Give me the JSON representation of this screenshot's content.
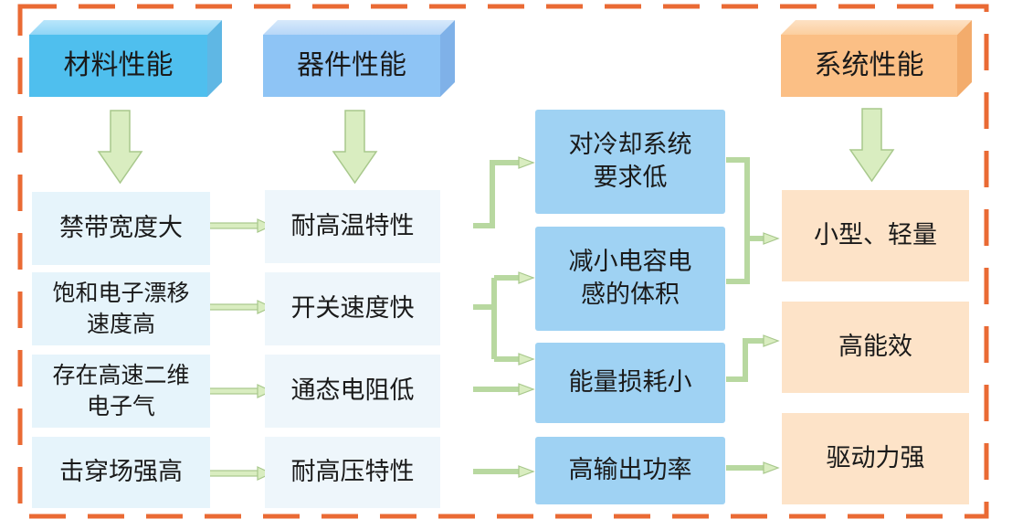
{
  "headers": {
    "material": "材料性能",
    "device": "器件性能",
    "system": "系统性能"
  },
  "material_items": [
    {
      "label": "禁带宽度大"
    },
    {
      "label": "饱和电子漂移\n速度高"
    },
    {
      "label": "存在高速二维\n电子气"
    },
    {
      "label": "击穿场强高"
    }
  ],
  "device_items": [
    {
      "label": "耐高温特性"
    },
    {
      "label": "开关速度快"
    },
    {
      "label": "通态电阻低"
    },
    {
      "label": "耐高压特性"
    }
  ],
  "effect_items": [
    {
      "label": "对冷却系统\n要求低"
    },
    {
      "label": "减小电容电\n感的体积"
    },
    {
      "label": "能量损耗小"
    },
    {
      "label": "高输出功率"
    }
  ],
  "system_items": [
    {
      "label": "小型、轻量"
    },
    {
      "label": "高能效"
    },
    {
      "label": "驱动力强"
    }
  ],
  "colors": {
    "frame_dash": "#ea6a34",
    "header_material": "#4fbfee",
    "header_device": "#8ec4f5",
    "header_system": "#fbbf85",
    "arrow_fill": "#d9edc0",
    "arrow_stroke": "#a8c88c"
  }
}
